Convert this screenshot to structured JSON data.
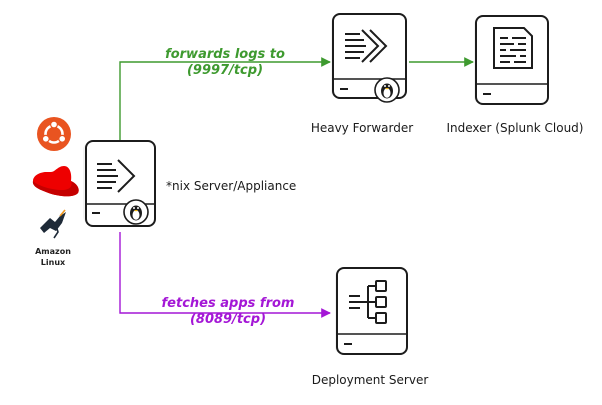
{
  "colors": {
    "forward_edge": "#3e9a2f",
    "fetch_edge": "#a417d6",
    "server_stroke": "#1c1c1c",
    "ubuntu": "#e95420",
    "redhat": "#ee0000"
  },
  "os_logos": {
    "ubuntu_icon": "ubuntu-icon",
    "redhat_icon": "redhat-icon",
    "amazon_linux_icon": "amazon-linux-icon",
    "amazon_linux_line1": "Amazon",
    "amazon_linux_line2": "Linux"
  },
  "nodes": {
    "nix_server": {
      "label": "*nix Server/Appliance",
      "icon": "forwarder-icon",
      "badge": "linux-penguin-icon"
    },
    "heavy_forwarder": {
      "label": "Heavy Forwarder",
      "icon": "heavy-forwarder-icon",
      "badge": "linux-penguin-icon"
    },
    "indexer": {
      "label": "Indexer (Splunk Cloud)",
      "icon": "indexer-icon"
    },
    "deployment_server": {
      "label": "Deployment Server",
      "icon": "deployment-server-icon"
    }
  },
  "edges": {
    "forward": {
      "line1": "forwards logs to",
      "line2": "(9997/tcp)"
    },
    "fetch": {
      "line1": "fetches apps from",
      "line2": "(8089/tcp)"
    }
  }
}
